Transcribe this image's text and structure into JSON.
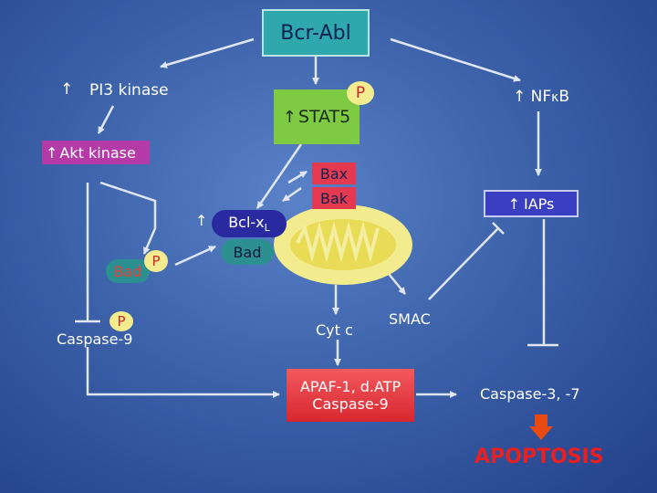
{
  "nodes": {
    "bcr_abl": "Bcr-Abl",
    "pi3_kinase": "PI3 kinase",
    "stat5": "STAT5",
    "stat5_phospho": "P",
    "nfkb_prefix": "NF",
    "nfkb_kappa": "κ",
    "nfkb_suffix": "B",
    "akt_kinase": "Akt kinase",
    "bax": "Bax",
    "bak": "Bak",
    "iaps": "IAPs",
    "bcl_prefix": "Bcl-x",
    "bcl_sub": "L",
    "bad_complex": "Bad",
    "bad": "Bad",
    "bad_phospho": "P",
    "casp9_phospho": "P",
    "caspase9": "Caspase-9",
    "cyt_c": "Cyt c",
    "smac": "SMAC",
    "apaf_line1": "APAF-1, d.ATP",
    "apaf_line2": "Caspase-9",
    "caspase37": "Caspase-3, -7",
    "apoptosis": "APOPTOSIS",
    "up_arrow": "↑"
  },
  "colors": {
    "background": "#3c62aa",
    "bcr_abl_box": "#2fa8ad",
    "stat5_box": "#7ecb43",
    "akt_box": "#b43aa8",
    "bax_bak_box": "#e33a52",
    "iaps_box": "#3a3fc2",
    "bcl_box": "#2a2aa0",
    "bad_box": "#2c9090",
    "apaf_box": "#e83a42",
    "mitochondrion": "#f2ec8e",
    "apoptosis_text": "#e82020",
    "apoptosis_arrow": "#e84a12"
  }
}
